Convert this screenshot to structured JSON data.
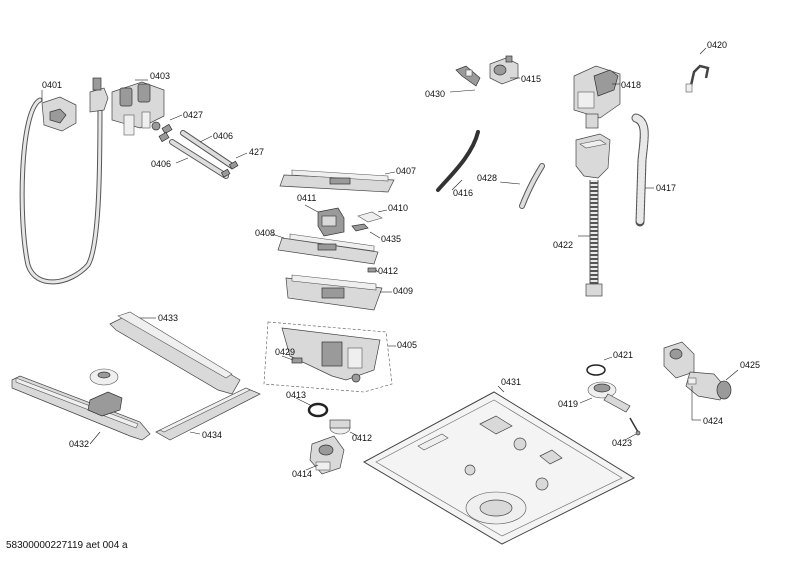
{
  "footer": {
    "code": "58300000227119 aet 004 a"
  },
  "labels": {
    "l0401": "0401",
    "l0403": "0403",
    "l0427": "0427",
    "l0406a": "0406",
    "l0406b": "0406",
    "l427": "427",
    "l0407": "0407",
    "l0411": "0411",
    "l0410": "0410",
    "l0408": "0408",
    "l0435": "0435",
    "l0412a": "0412",
    "l0409": "0409",
    "l0405": "0405",
    "l0429": "0429",
    "l0433": "0433",
    "l0432": "0432",
    "l0434": "0434",
    "l0413": "0413",
    "l0412b": "0412",
    "l0414": "0414",
    "l0430": "0430",
    "l0415": "0415",
    "l0416": "0416",
    "l0428": "0428",
    "l0418": "0418",
    "l0420": "0420",
    "l0417": "0417",
    "l0422": "0422",
    "l0431": "0431",
    "l0421": "0421",
    "l0419": "0419",
    "l0423": "0423",
    "l0425": "0425",
    "l0424": "0424"
  }
}
